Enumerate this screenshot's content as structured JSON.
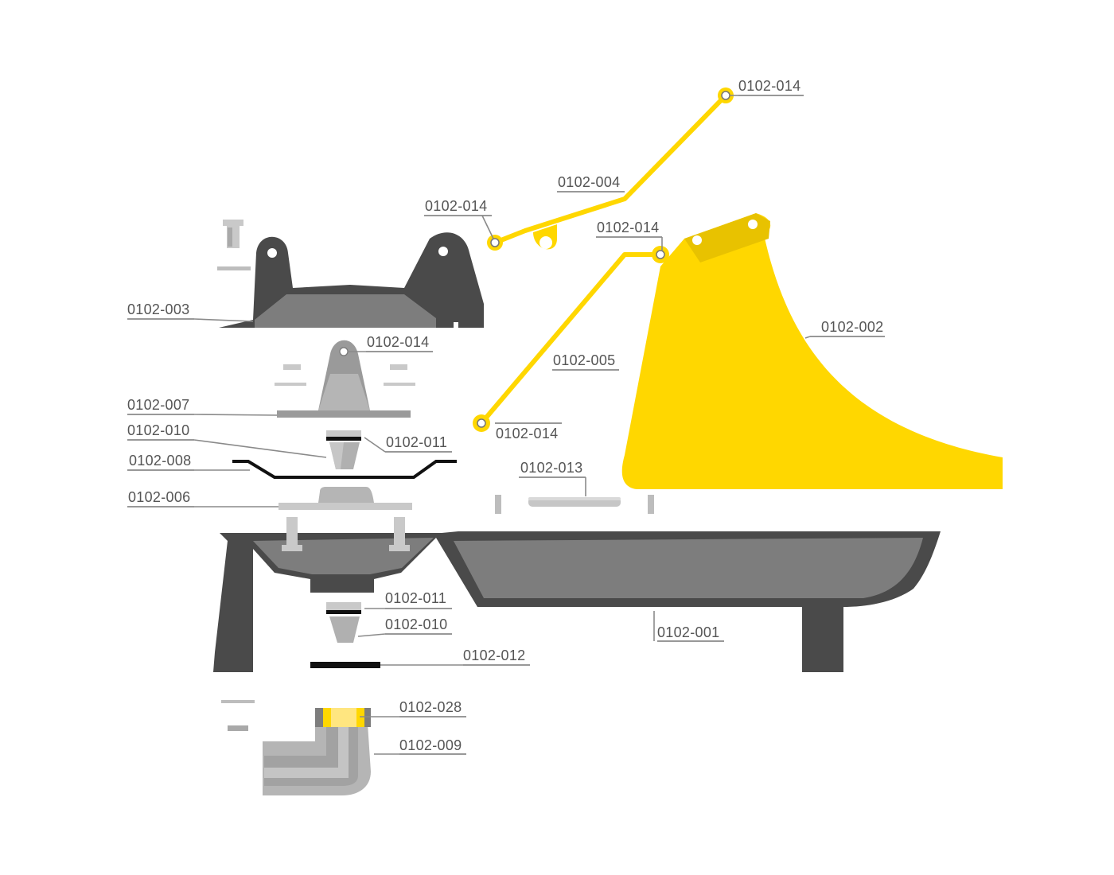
{
  "colors": {
    "dark": "#4a4a4a",
    "mid": "#7d7d7d",
    "light": "#a9a9a9",
    "pale": "#c9c9c9",
    "yellow": "#ffd700",
    "yellow_dark": "#e8c200",
    "label": "#555555",
    "leader": "#8a8a8a"
  },
  "labels": {
    "l014_top": "0102-014",
    "l004": "0102-004",
    "l014_link_left": "0102-014",
    "l014_link_mid": "0102-014",
    "l003": "0102-003",
    "l002": "0102-002",
    "l014_bracket": "0102-014",
    "l005": "0102-005",
    "l007": "0102-007",
    "l014_link_low": "0102-014",
    "l010_top": "0102-010",
    "l011_top": "0102-011",
    "l008": "0102-008",
    "l013": "0102-013",
    "l006": "0102-006",
    "l011_bottom": "0102-011",
    "l010_bottom": "0102-010",
    "l001": "0102-001",
    "l012": "0102-012",
    "l028": "0102-028",
    "l009": "0102-009"
  }
}
